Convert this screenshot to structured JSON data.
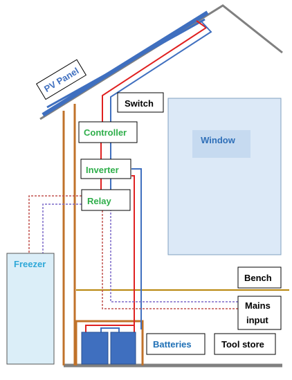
{
  "labels": {
    "pv_panel": "PV Panel",
    "switch": "Switch",
    "controller": "Controller",
    "inverter": "Inverter",
    "relay": "Relay",
    "window": "Window",
    "freezer": "Freezer",
    "bench": "Bench",
    "mains_line1": "Mains",
    "mains_line2": "input",
    "batteries": "Batteries",
    "tool_store": "Tool store"
  },
  "colors": {
    "roof": "#808080",
    "panel": "#3f6fbf",
    "positive_wire": "#e02020",
    "negative_wire": "#3f6fbf",
    "structure": "#c0722a",
    "bench": "#b8860b",
    "component_text": "#2eae4a",
    "window_fill": "#dce9f7",
    "freezer_fill": "#dbeef8",
    "freezer_text": "#2ea8d8",
    "window_text": "#2f6fb8",
    "battery_fill": "#3f6fbf",
    "batteries_text": "#1e6fb5",
    "mains_relay_wire": "#c0504d",
    "mains_relay_wire_neg": "#7b68c8"
  }
}
